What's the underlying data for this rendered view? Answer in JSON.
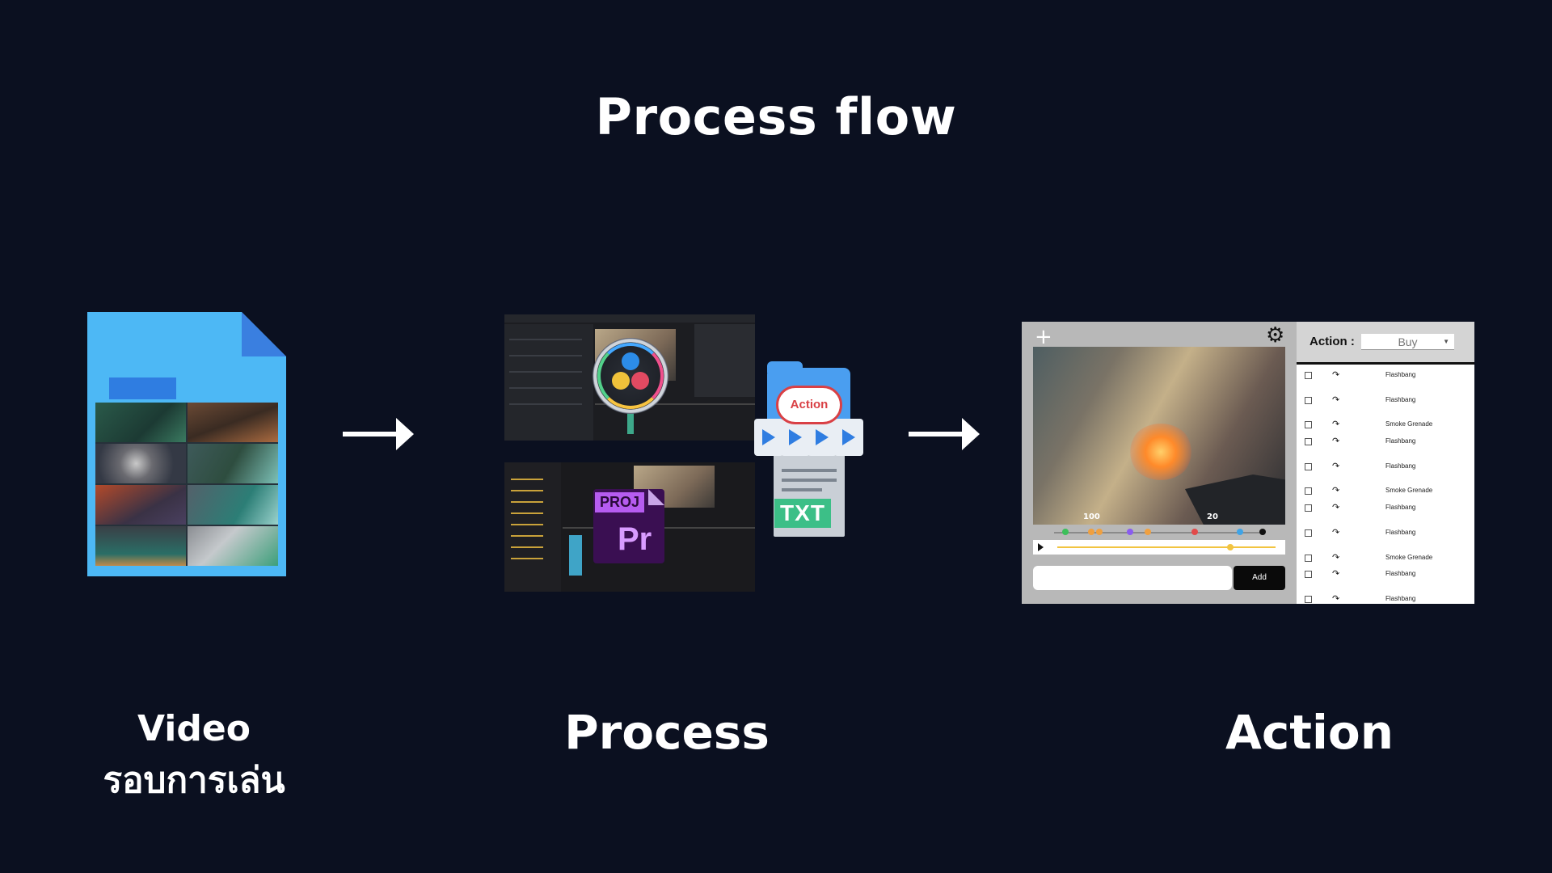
{
  "title": "Process flow",
  "steps": {
    "video": {
      "label_line1": "Video",
      "label_line2": "รอบการเล่น"
    },
    "process": {
      "label": "Process",
      "action_badge": "Action",
      "proj_tag": "PROJ",
      "pr_text": "Pr",
      "txt_tag": "TXT"
    },
    "action": {
      "label": "Action"
    }
  },
  "app": {
    "action_label": "Action :",
    "action_select_value": "Buy",
    "add_button": "Add",
    "hud_hp": "100",
    "hud_ammo": "20",
    "rows": [
      {
        "label": "Flashbang"
      },
      {
        "label": "Flashbang"
      },
      {
        "label": "Smoke Grenade"
      },
      {
        "label": "Flashbang"
      },
      {
        "label": "Flashbang"
      },
      {
        "label": "Smoke Grenade"
      },
      {
        "label": "Flashbang"
      },
      {
        "label": "Flashbang"
      },
      {
        "label": "Smoke Grenade"
      },
      {
        "label": "Flashbang"
      },
      {
        "label": "Flashbang"
      }
    ]
  },
  "colors": {
    "background": "#0b1020",
    "file_icon": "#4db8f5",
    "badge_red": "#d94045",
    "txt_green": "#3cbf87",
    "premiere_purple": "#3a0f52"
  },
  "icons": [
    "plus-icon",
    "gear-icon",
    "play-icon",
    "redo-icon",
    "arrow-right-icon",
    "video-file-icon",
    "davinci-resolve-logo",
    "premiere-pro-file-icon",
    "folder-icon",
    "txt-file-icon"
  ]
}
